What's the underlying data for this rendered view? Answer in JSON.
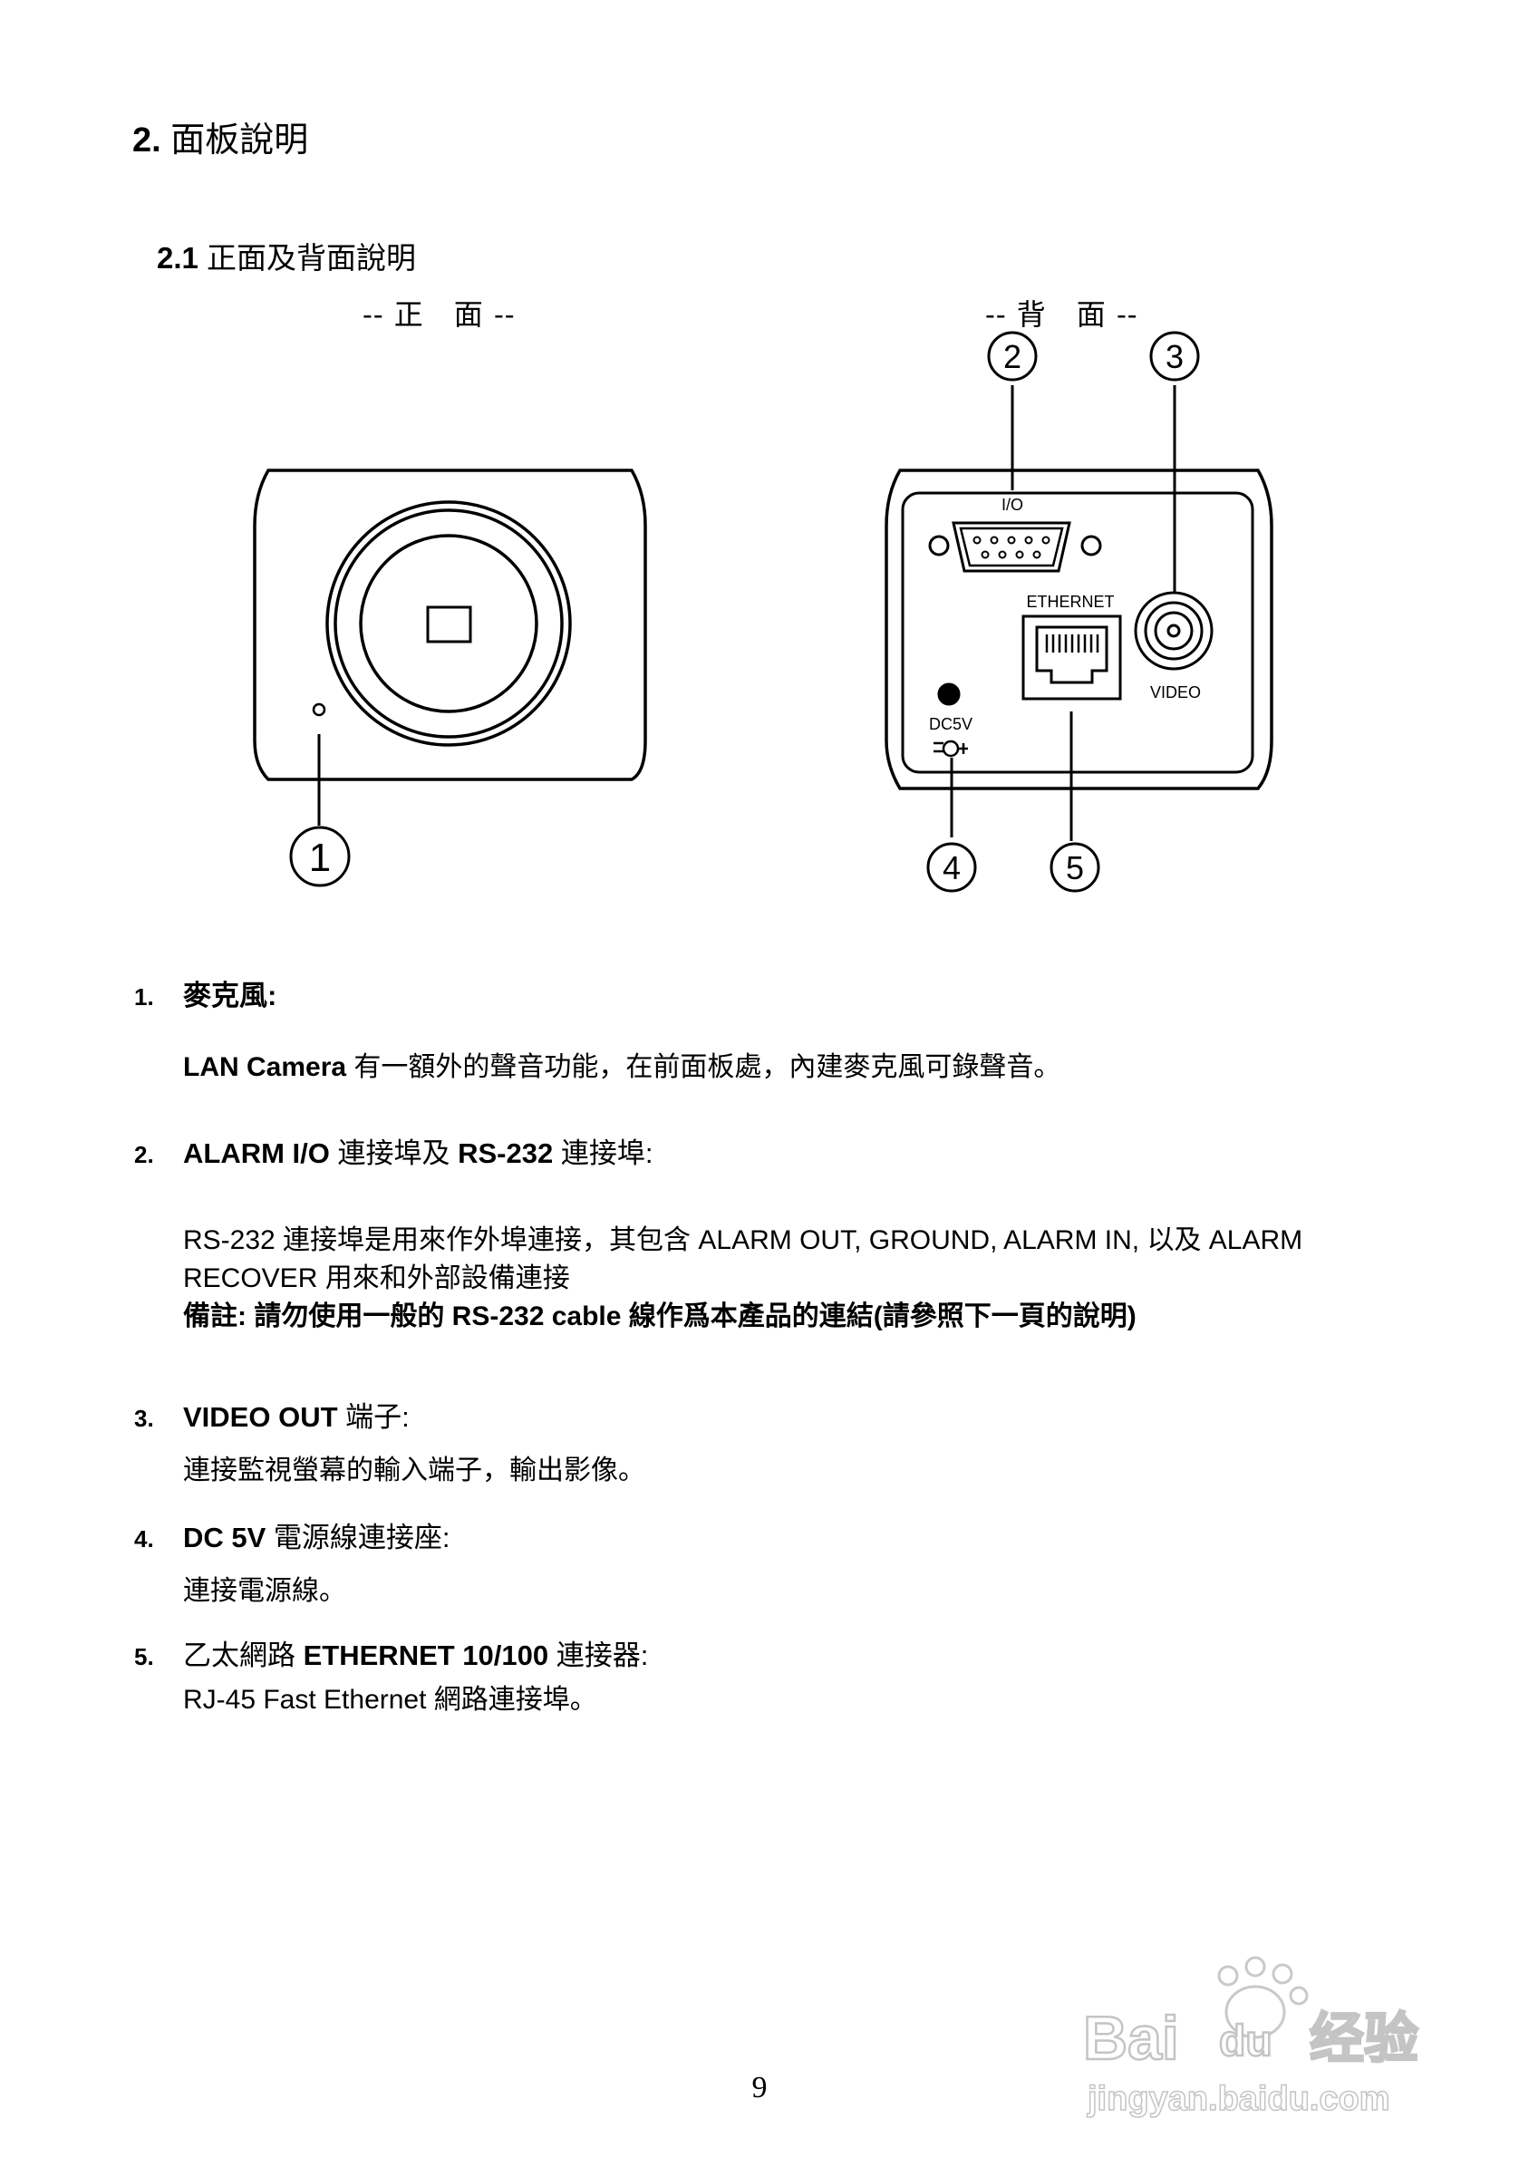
{
  "section": {
    "number": "2.",
    "title": "面板說明"
  },
  "subsection": {
    "number": "2.1",
    "title": "正面及背面說明"
  },
  "views": {
    "front": "-- 正　面 --",
    "back": "-- 背　面 --"
  },
  "diagram": {
    "callouts": [
      "1",
      "2",
      "3",
      "4",
      "5"
    ],
    "labels": {
      "io": "I/O",
      "ethernet": "ETHERNET",
      "video": "VIDEO",
      "dc": "DC5V"
    }
  },
  "items": [
    {
      "num": "1.",
      "title": "麥克風:",
      "body_bold": "LAN Camera",
      "body": " 有一額外的聲音功能，在前面板處，內建麥克風可錄聲音。"
    },
    {
      "num": "2.",
      "title_b1": "ALARM I/O",
      "title_t1": " 連接埠及 ",
      "title_b2": "RS-232",
      "title_t2": " 連接埠:",
      "line1": "RS-232 連接埠是用來作外埠連接，其包含 ALARM OUT, GROUND, ALARM IN, 以及 ALARM",
      "line2": "RECOVER 用來和外部設備連接",
      "note_a": "備註: 請勿使用一般的 ",
      "note_b": "RS-232 cable",
      "note_c": " 線作爲本產品的連結(請參照下一頁的說明)"
    },
    {
      "num": "3.",
      "title_b": "VIDEO OUT",
      "title_t": " 端子:",
      "body": "連接監視螢幕的輸入端子，輸出影像。"
    },
    {
      "num": "4.",
      "title_b": "DC 5V",
      "title_t": " 電源線連接座:",
      "body": "連接電源線。"
    },
    {
      "num": "5.",
      "title_a": "乙太網路 ",
      "title_b": "ETHERNET 10/100",
      "title_t": " 連接器:",
      "body": "RJ-45 Fast Ethernet 網路連接埠。"
    }
  ],
  "page_number": "9",
  "watermark": {
    "brand": "Bai",
    "brand2": "du",
    "cn": "经验",
    "url": "jingyan.baidu.com"
  }
}
